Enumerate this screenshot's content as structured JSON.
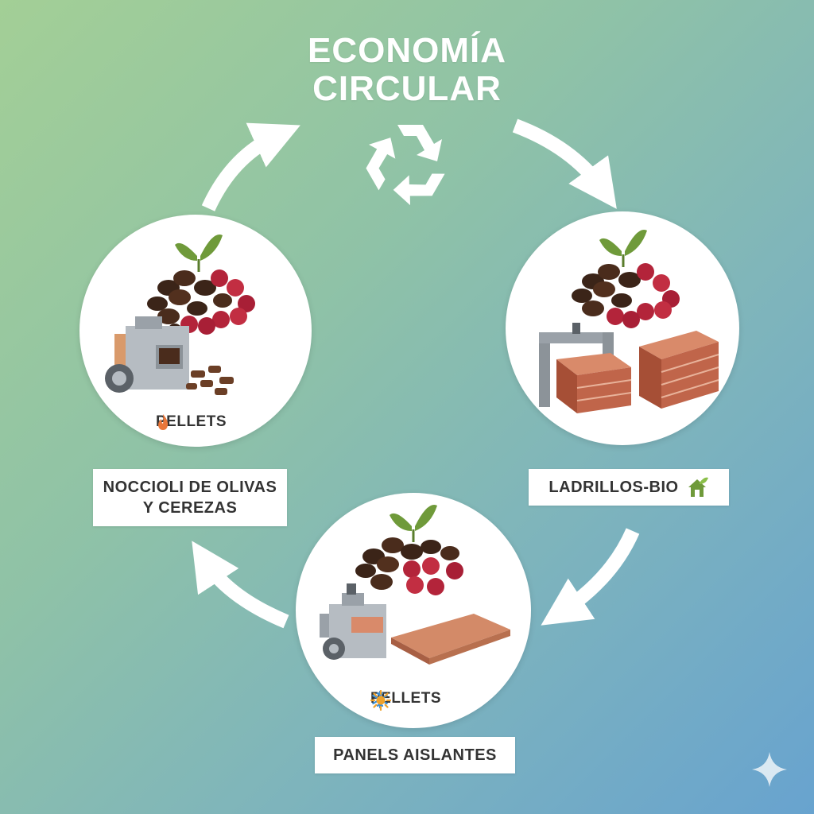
{
  "title": {
    "line1": "ECONOMÍA",
    "line2": "CIRCULAR"
  },
  "center_icon": "recycle-icon",
  "nodes": [
    {
      "id": "left",
      "circle_label": "PELLETS",
      "label_icon": "fire-icon",
      "box_line1": "NOCCIOLI DE OLIVAS",
      "box_line2": "Y CEREZAS"
    },
    {
      "id": "right",
      "box_line1": "LADRILLOS-BIO",
      "label_icon": "eco-house-icon"
    },
    {
      "id": "bottom",
      "circle_label": "PELLETS",
      "label_icons": [
        "snowflake-icon",
        "sun-icon"
      ],
      "box_line1": "PANELS AISLANTES"
    }
  ],
  "colors": {
    "accent_white": "#ffffff",
    "text": "#333333",
    "olive_dark": "#3b2418",
    "cherry_red": "#b3243a",
    "brick": "#c0654a",
    "leaf_green": "#6f9a3a",
    "fire_orange": "#e9773a",
    "snow_blue": "#3a8fd6",
    "sun_orange": "#f0a22a"
  }
}
